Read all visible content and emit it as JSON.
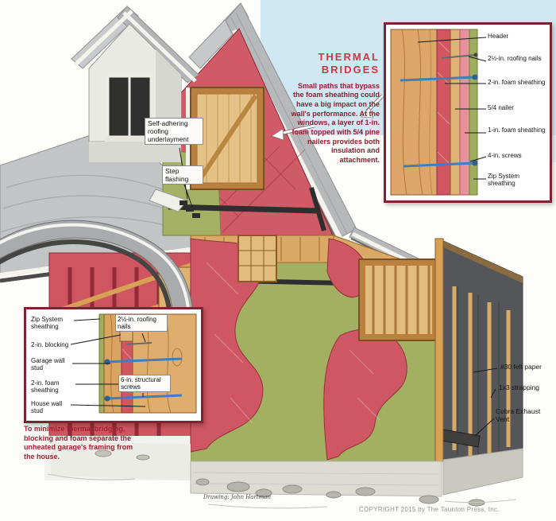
{
  "colors": {
    "foam_red": "#d05a66",
    "zip_green": "#a3b061",
    "felt_gray": "#54565a",
    "wood_tan": "#dca768",
    "roof_gray": "#b6b8ba",
    "sky_blue": "#cfe8f4",
    "accent_red": "#d6333f",
    "text_maroon": "#8e1f2e",
    "screw_blue": "#3f7fbe",
    "inset_border": "#7d2332"
  },
  "thermal_bridges": {
    "title": "THERMAL BRIDGES",
    "body": "Small paths that bypass the foam sheathing could have a big impact on the wall's performance. At the windows, a layer of 1-in. foam topped with 5/4 pine nailers provides both insulation and attachment."
  },
  "inset_window": {
    "labels": [
      "Header",
      "2½-in. roofing nails",
      "2-in. foam sheathing",
      "5/4 nailer",
      "1-in. foam sheathing",
      "4-in. screws",
      "Zip System sheathing"
    ]
  },
  "callouts_left": {
    "underlayment": "Self-adhering roofing underlayment",
    "step_flashing": "Step flashing"
  },
  "callouts_right": {
    "felt": "#30 felt paper",
    "strapping": "1x3 strapping",
    "vent": "Cobra Exhaust Vent"
  },
  "inset_garage": {
    "labels_left": [
      "Zip System sheathing",
      "2-in. blocking",
      "Garage wall stud",
      "2-in. foam sheathing",
      "House wall stud"
    ],
    "labels_overlay": [
      "2½-in. roofing nails",
      "6-in. structural screws"
    ],
    "caption": "To minimize thermal bridging, blocking and foam separate the unheated garage's framing from the house."
  },
  "credits": {
    "drawing": "Drawing: John Hartman",
    "copyright": "COPYRIGHT 2015 by The Taunton Press, Inc."
  }
}
